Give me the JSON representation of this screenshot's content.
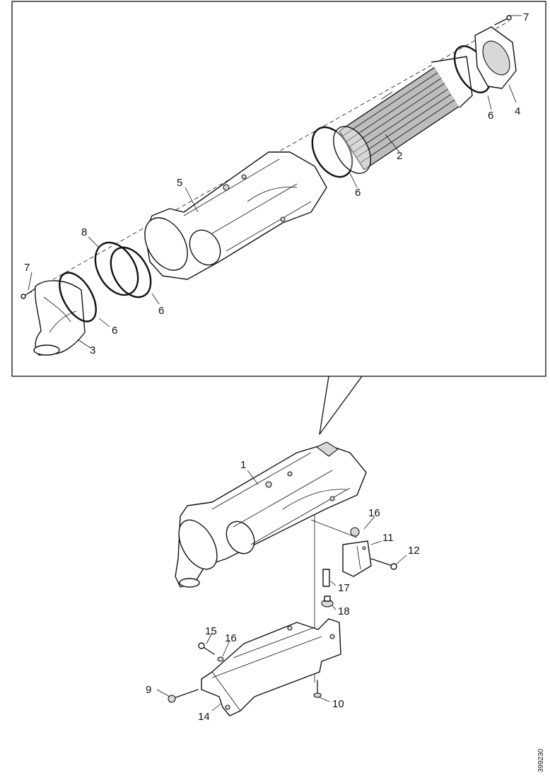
{
  "callouts": {
    "c1": "1",
    "c2": "2",
    "c3": "3",
    "c4": "4",
    "c5": "5",
    "c6a": "6",
    "c6b": "6",
    "c6c": "6",
    "c6d": "6",
    "c7a": "7",
    "c7b": "7",
    "c8": "8",
    "c9": "9",
    "c10": "10",
    "c11": "11",
    "c12": "12",
    "c14": "14",
    "c15": "15",
    "c16a": "16",
    "c16b": "16",
    "c17": "17",
    "c18": "18"
  },
  "doc_id": "399230"
}
